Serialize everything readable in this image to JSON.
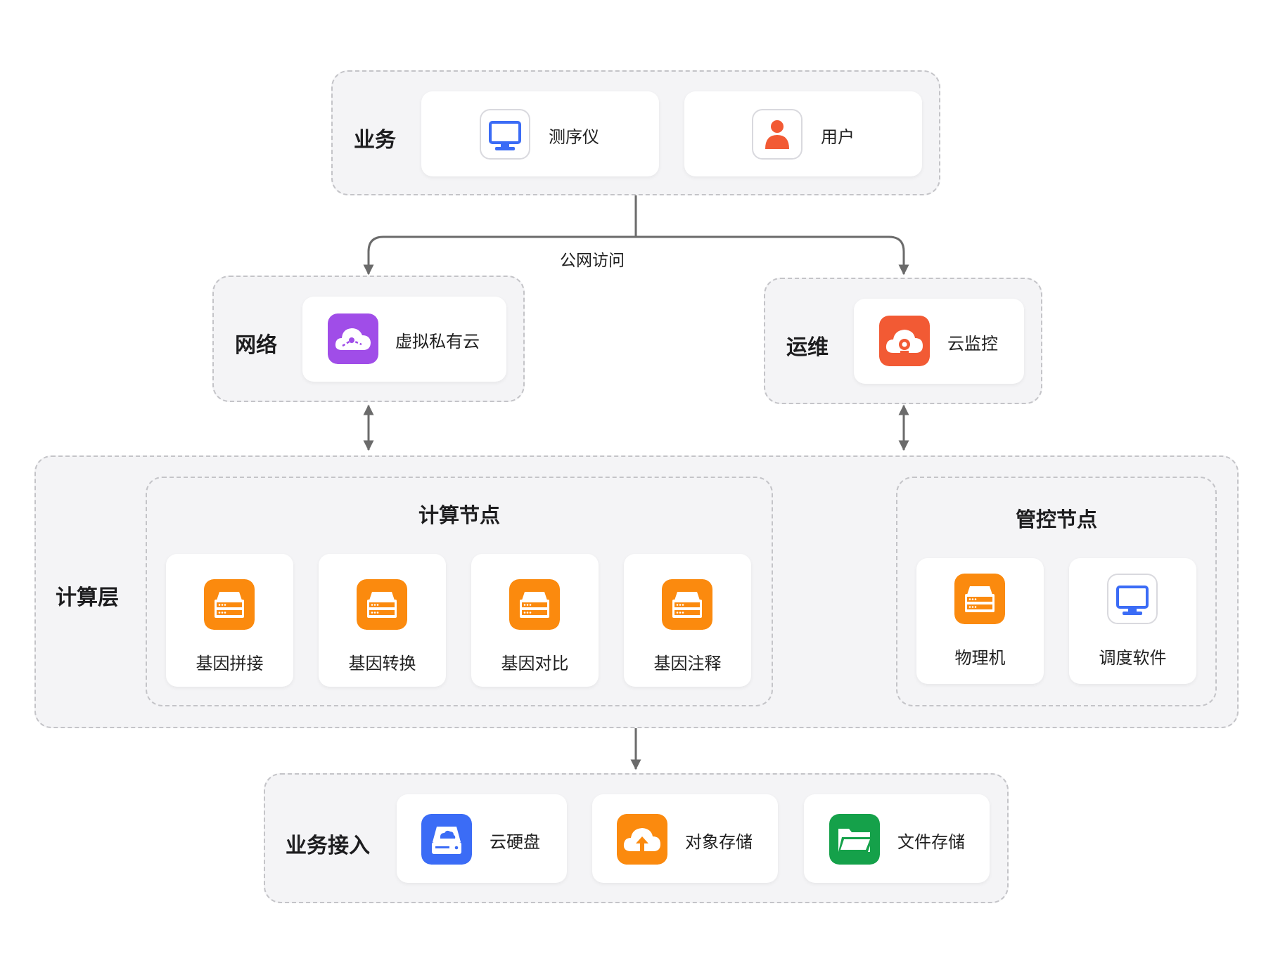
{
  "groups": {
    "business": {
      "label": "业务",
      "items": [
        "测序仪",
        "用户"
      ]
    },
    "network": {
      "label": "网络",
      "item": "虚拟私有云"
    },
    "ops": {
      "label": "运维",
      "item": "云监控"
    },
    "compute": {
      "label": "计算层",
      "compute_nodes": {
        "title": "计算节点",
        "items": [
          "基因拼接",
          "基因转换",
          "基因对比",
          "基因注释"
        ]
      },
      "control_nodes": {
        "title": "管控节点",
        "items": [
          "物理机",
          "调度软件"
        ]
      }
    },
    "access": {
      "label": "业务接入",
      "items": [
        "云硬盘",
        "对象存储",
        "文件存储"
      ]
    }
  },
  "edges": {
    "public_access_label": "公网访问"
  },
  "icons": {
    "sequencer": "monitor-icon",
    "user": "user-icon",
    "vpc": "cloud-network-icon",
    "monitor": "cloud-camera-icon",
    "server": "server-icon",
    "scheduler": "monitor-icon",
    "disk": "disk-icon",
    "object_storage": "cloud-upload-icon",
    "file_storage": "folder-icon"
  },
  "colors": {
    "blue": "#3b6cf6",
    "red": "#f25a34",
    "purple": "#a04de8",
    "orange": "#fb8a0e",
    "green": "#15a14a",
    "line": "#6b6b6b"
  }
}
